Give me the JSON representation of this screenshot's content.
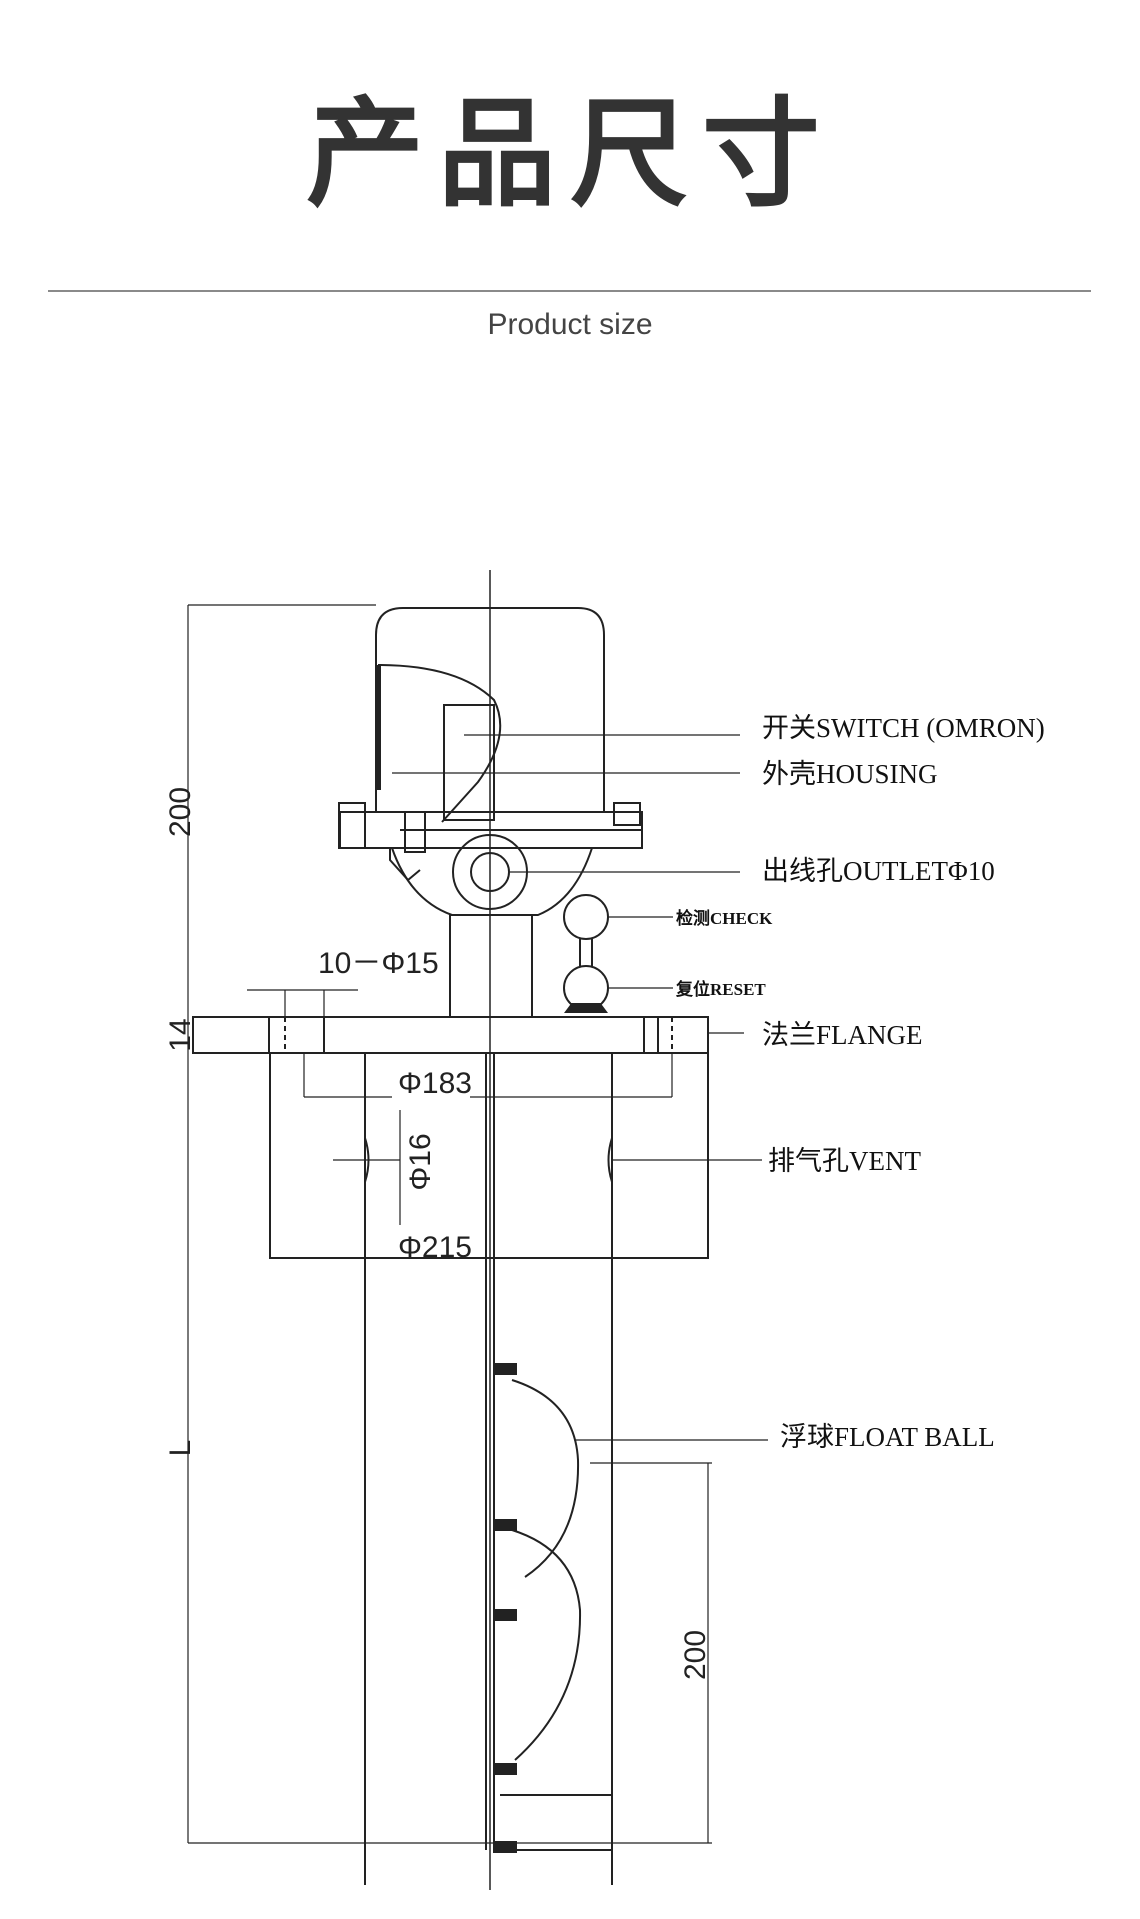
{
  "header": {
    "title": "产品尺寸",
    "subtitle": "Product size"
  },
  "dimensions": {
    "top_height": "200",
    "flange_thickness": "14",
    "holes": "10－Φ15",
    "diameter_183": "Φ183",
    "diameter_16": "Φ16",
    "diameter_215": "Φ215",
    "length": "L",
    "bottom_height": "200"
  },
  "labels": {
    "switch": "开关SWITCH (OMRON)",
    "housing": "外壳HOUSING",
    "outlet": "出线孔OUTLETΦ10",
    "check": "检测CHECK",
    "reset": "复位RESET",
    "flange": "法兰FLANGE",
    "vent": "排气孔VENT",
    "float_ball": "浮球FLOAT BALL"
  }
}
